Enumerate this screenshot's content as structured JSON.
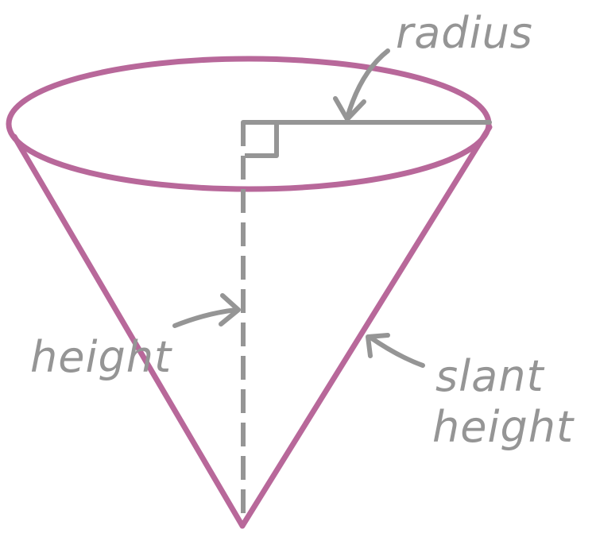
{
  "colors": {
    "cone": "#b8689a",
    "annotation": "#959595",
    "background": "#ffffff"
  },
  "labels": {
    "radius": "radius",
    "height": "height",
    "slant_line1": "slant",
    "slant_line2": "height"
  }
}
